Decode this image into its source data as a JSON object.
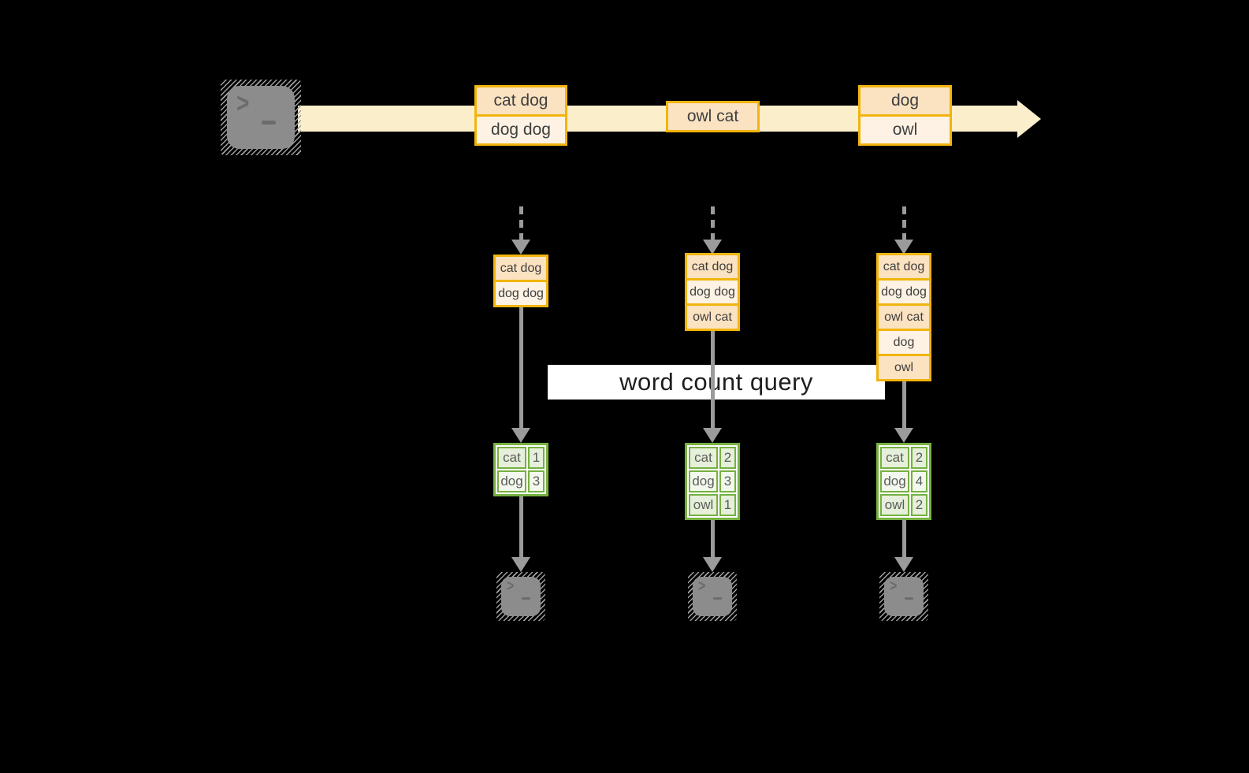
{
  "colors": {
    "background": "#000000",
    "stream_band": "#FBEFCB",
    "batch_border": "#F2B40D",
    "batch_fill_dark": "#FBE2C1",
    "batch_fill_light": "#FDF2E3",
    "table_border": "#76B041",
    "table_fill_dark": "#E5EFD9",
    "table_fill_light": "#F3F8EC",
    "arrow_gray": "#9B9B9B",
    "terminal_gray": "#8C8C8C"
  },
  "terminal": {
    "prompt": ">"
  },
  "stream": {
    "batches": [
      {
        "lines": [
          "cat dog",
          "dog dog"
        ]
      },
      {
        "lines": [
          "owl cat"
        ]
      },
      {
        "lines": [
          "dog",
          "owl"
        ]
      }
    ]
  },
  "windows": [
    {
      "rows": [
        "cat dog",
        "dog dog"
      ]
    },
    {
      "rows": [
        "cat dog",
        "dog dog",
        "owl cat"
      ]
    },
    {
      "rows": [
        "cat dog",
        "dog dog",
        "owl cat",
        "dog",
        "owl"
      ]
    }
  ],
  "query": {
    "label": "word count query"
  },
  "results": [
    {
      "rows": [
        {
          "word": "cat",
          "count": "1"
        },
        {
          "word": "dog",
          "count": "3"
        }
      ]
    },
    {
      "rows": [
        {
          "word": "cat",
          "count": "2"
        },
        {
          "word": "dog",
          "count": "3"
        },
        {
          "word": "owl",
          "count": "1"
        }
      ]
    },
    {
      "rows": [
        {
          "word": "cat",
          "count": "2"
        },
        {
          "word": "dog",
          "count": "4"
        },
        {
          "word": "owl",
          "count": "2"
        }
      ]
    }
  ]
}
